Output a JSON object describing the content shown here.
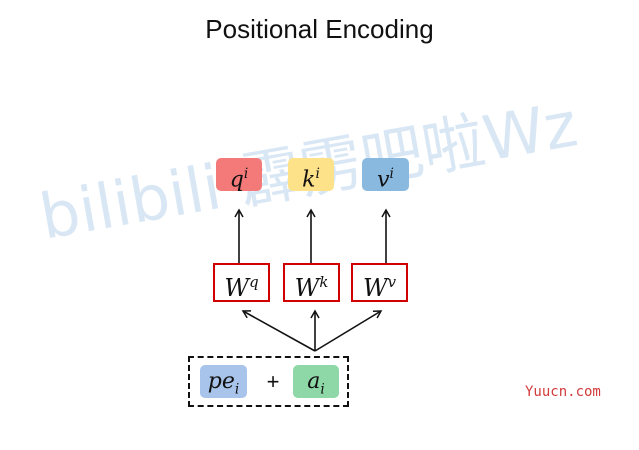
{
  "title": "Positional Encoding",
  "outputs": {
    "q": {
      "base": "q",
      "sup": "i",
      "color": "#f47a7a"
    },
    "k": {
      "base": "k",
      "sup": "i",
      "color": "#fde28a"
    },
    "v": {
      "base": "v",
      "sup": "i",
      "color": "#8ab9e0"
    }
  },
  "weights": {
    "wq": {
      "base": "W",
      "sup": "q"
    },
    "wk": {
      "base": "W",
      "sup": "k"
    },
    "wv": {
      "base": "W",
      "sup": "v"
    },
    "border_color": "#d10000"
  },
  "inputs": {
    "pe": {
      "base": "pe",
      "sub": "i",
      "color": "#a9c4ea"
    },
    "a": {
      "base": "a",
      "sub": "i",
      "color": "#8dd8a6"
    },
    "plus": "+"
  },
  "watermark": "bilibili 霹雳吧啦Wz",
  "site": "Yuucn.com"
}
